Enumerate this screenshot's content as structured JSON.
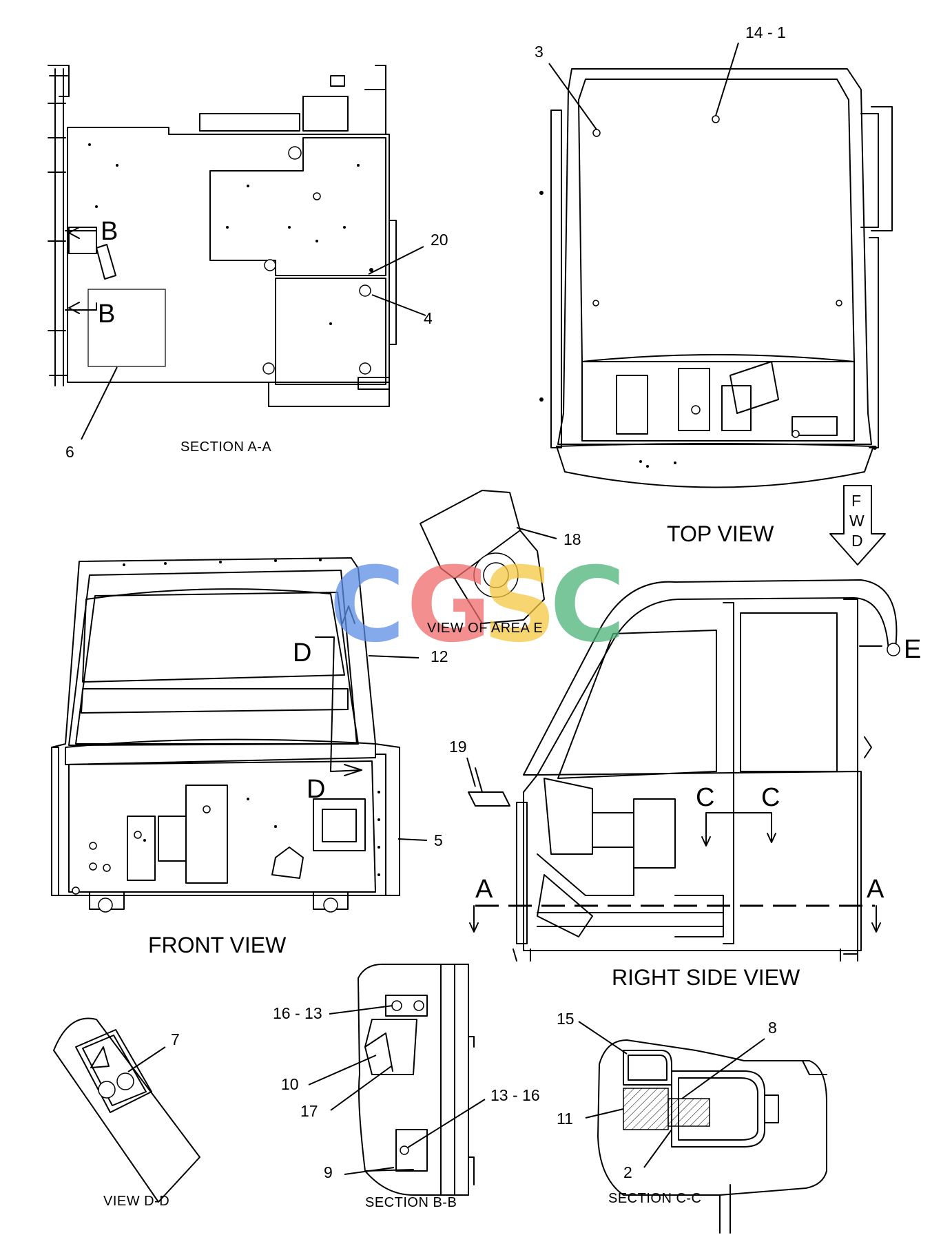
{
  "views": {
    "section_aa": "SECTION A-A",
    "top": "TOP VIEW",
    "front": "FRONT VIEW",
    "right_side": "RIGHT SIDE VIEW",
    "area_e": "VIEW OF AREA E",
    "view_dd": "VIEW D-D",
    "section_bb": "SECTION B-B",
    "section_cc": "SECTION C-C"
  },
  "fwd_arrow": [
    "F",
    "W",
    "D"
  ],
  "section_markers": {
    "a_left": "A",
    "a_right": "A",
    "b_top": "B",
    "b_bottom": "B",
    "c_left": "C",
    "c_right": "C",
    "d_top": "D",
    "d_bottom": "D",
    "e": "E"
  },
  "callouts": {
    "p14_1": "14 - 1",
    "p3": "3",
    "p20": "20",
    "p4": "4",
    "p6": "6",
    "p18": "18",
    "p12": "12",
    "p5": "5",
    "p19": "19",
    "p7": "7",
    "p16_13": "16 - 13",
    "p10": "10",
    "p17": "17",
    "p13_16": "13 - 16",
    "p9": "9",
    "p15": "15",
    "p8": "8",
    "p11": "11",
    "p2": "2"
  },
  "watermark": {
    "letters": [
      "C",
      "G",
      "S",
      "C"
    ],
    "colors": [
      "#5b8ee6",
      "#f06a6a",
      "#f5c842",
      "#4db37a"
    ]
  }
}
